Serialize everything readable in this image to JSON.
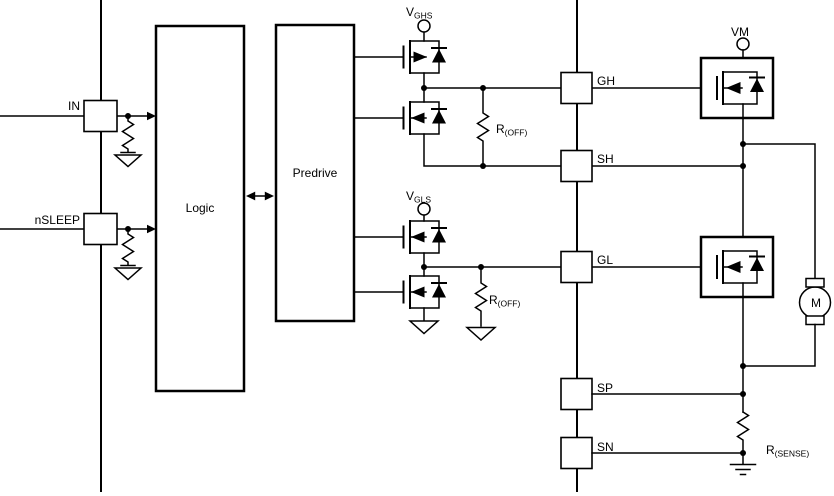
{
  "left_pins": {
    "in": "IN",
    "nsleep": "nSLEEP"
  },
  "blocks": {
    "logic": "Logic",
    "predrive": "Predrive"
  },
  "gate_drive": {
    "vghs": {
      "base": "V",
      "sub": "GHS"
    },
    "vgls": {
      "base": "V",
      "sub": "GLS"
    },
    "roff_high": {
      "base": "R",
      "sub": "(OFF)"
    },
    "roff_low": {
      "base": "R",
      "sub": "(OFF)"
    }
  },
  "right_pins": {
    "gh": "GH",
    "sh": "SH",
    "gl": "GL",
    "sp": "SP",
    "sn": "SN"
  },
  "power_stage": {
    "vm": "VM",
    "motor": "M",
    "rsense": {
      "base": "R",
      "sub": "(SENSE)"
    }
  },
  "colors": {
    "line": "#000000",
    "background": "#ffffff"
  }
}
